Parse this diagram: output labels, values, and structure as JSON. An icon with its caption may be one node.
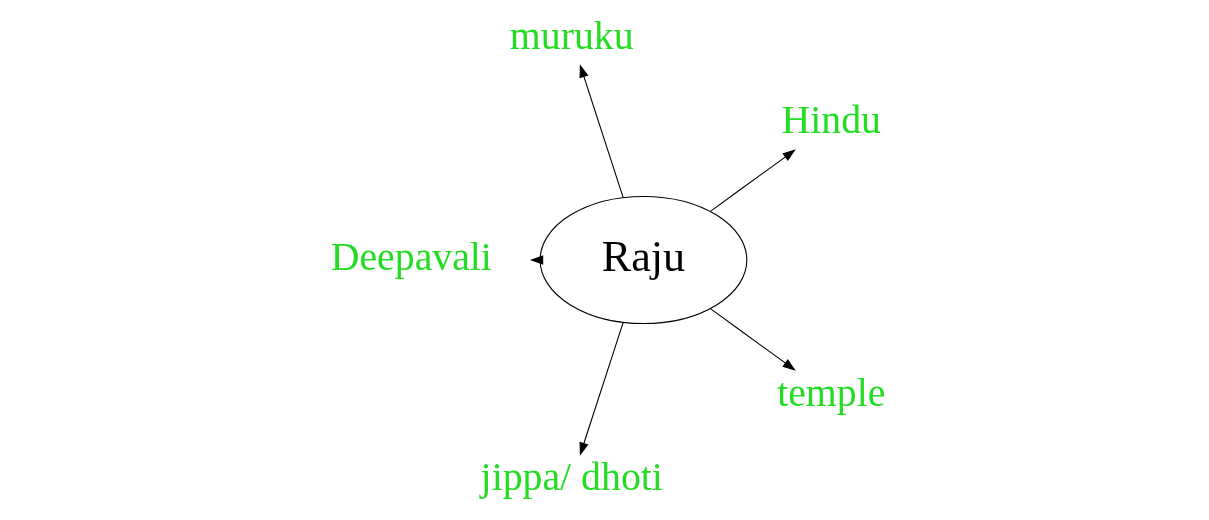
{
  "diagram": {
    "nodes": [
      {
        "text": [
          "Hindu"
        ]
      },
      {
        "text": [
          "muruku"
        ]
      },
      {
        "text": [
          "Raju"
        ]
      },
      {
        "text": [
          "Deepavali"
        ]
      },
      {
        "text": [
          "jippa/ dhoti"
        ]
      },
      {
        "text": [
          "temple"
        ]
      }
    ],
    "edges": [
      {
        "from": 2,
        "to": 0,
        "arrow": "to"
      },
      {
        "from": 2,
        "to": 1,
        "arrow": "to"
      },
      {
        "from": 2,
        "to": 3,
        "arrow": "to"
      },
      {
        "from": 2,
        "to": 5,
        "arrow": "to"
      },
      {
        "from": 2,
        "to": 4,
        "arrow": "to"
      }
    ]
  }
}
